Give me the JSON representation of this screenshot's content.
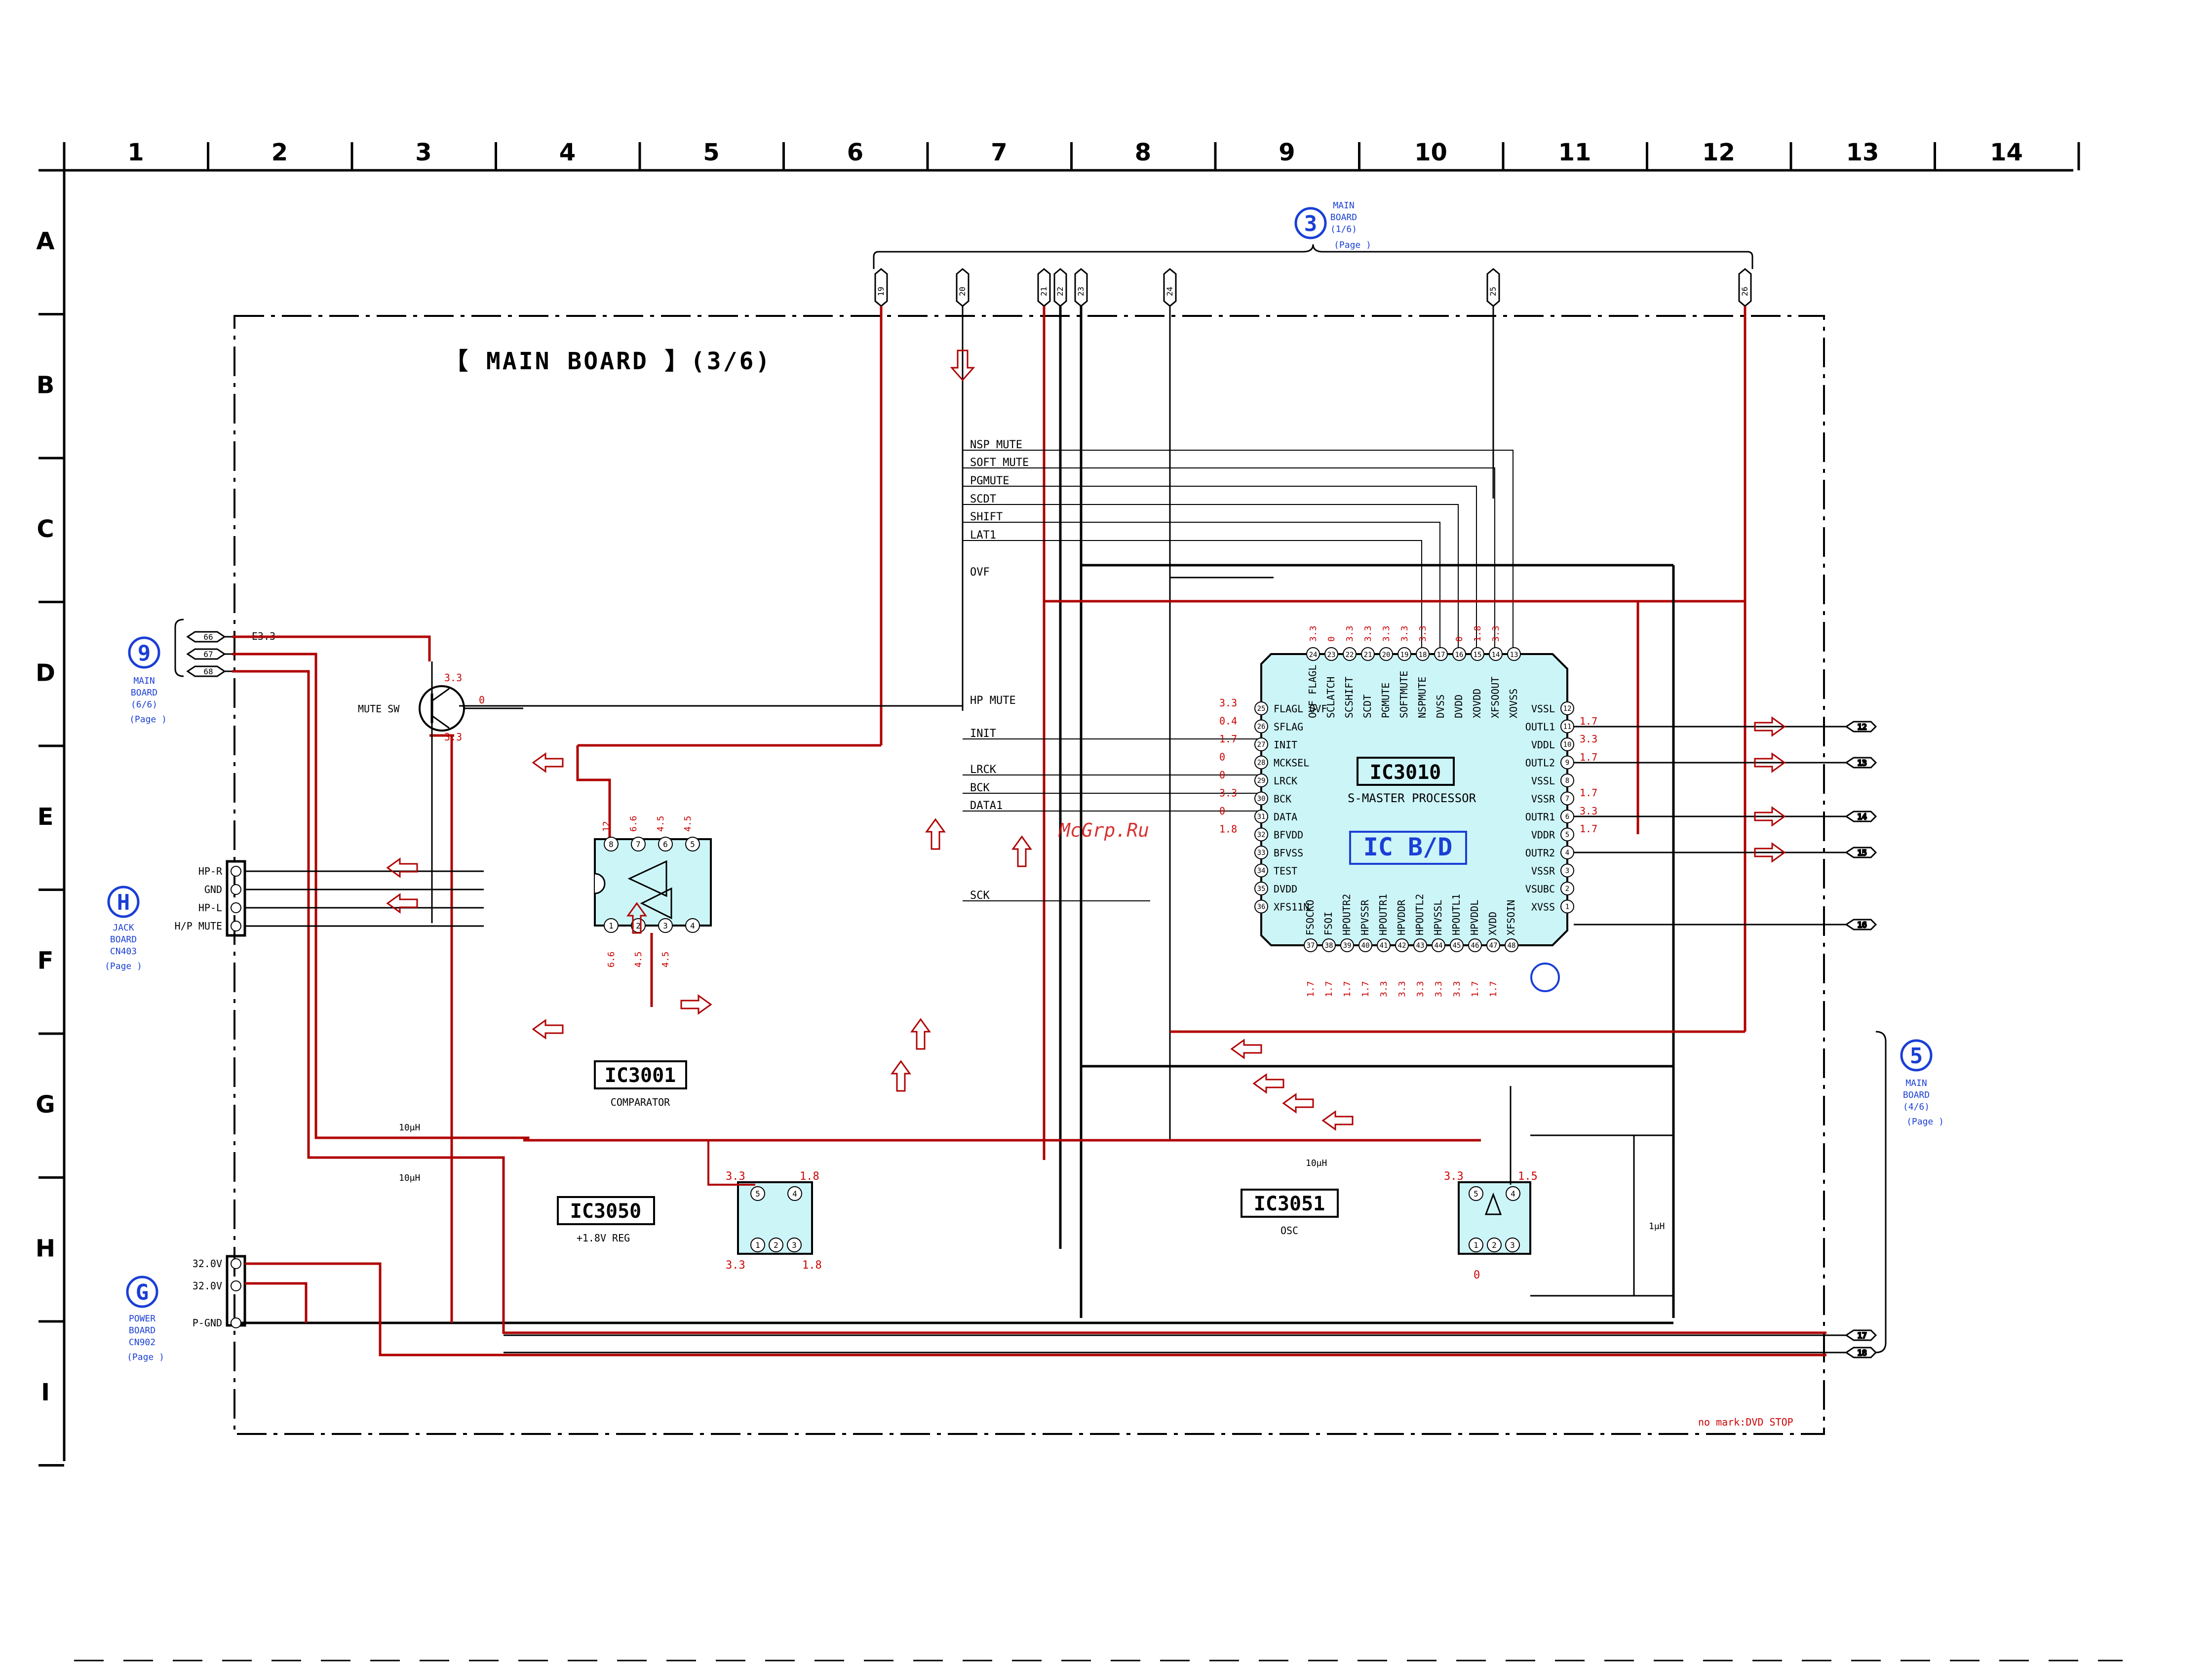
{
  "grid": {
    "cols": [
      "1",
      "2",
      "3",
      "4",
      "5",
      "6",
      "7",
      "8",
      "9",
      "10",
      "11",
      "12",
      "13",
      "14"
    ],
    "rows": [
      "A",
      "B",
      "C",
      "D",
      "E",
      "F",
      "G",
      "H",
      "I"
    ]
  },
  "board_title": "【 MAIN BOARD 】(3/6)",
  "watermark": "McGrp.Ru",
  "footer_note": "no mark:DVD STOP",
  "ic3010": {
    "name": "IC3010",
    "desc": "S-MASTER PROCESSOR",
    "sub": "IC B/D",
    "top_pins": [
      {
        "no": "24",
        "label": "OVF FLAGL"
      },
      {
        "no": "23",
        "label": "SCLATCH"
      },
      {
        "no": "22",
        "label": "SCSHIFT"
      },
      {
        "no": "21",
        "label": "SCDT"
      },
      {
        "no": "20",
        "label": "PGMUTE"
      },
      {
        "no": "19",
        "label": "SOFTMUTE"
      },
      {
        "no": "18",
        "label": "NSPMUTE"
      },
      {
        "no": "17",
        "label": "DVSS"
      },
      {
        "no": "16",
        "label": "DVDD"
      },
      {
        "no": "15",
        "label": "XOVDD"
      },
      {
        "no": "14",
        "label": "XFSOOUT"
      },
      {
        "no": "13",
        "label": "XOVSS"
      }
    ],
    "left_pins": [
      {
        "no": "25",
        "label": "FLAGL OVF"
      },
      {
        "no": "26",
        "label": "SFLAG"
      },
      {
        "no": "27",
        "label": "INIT"
      },
      {
        "no": "28",
        "label": "MCKSEL"
      },
      {
        "no": "29",
        "label": "LRCK"
      },
      {
        "no": "30",
        "label": "BCK"
      },
      {
        "no": "31",
        "label": "DATA"
      },
      {
        "no": "32",
        "label": "BFVDD"
      },
      {
        "no": "33",
        "label": "BFVSS"
      },
      {
        "no": "34",
        "label": "TEST"
      },
      {
        "no": "35",
        "label": "DVDD"
      },
      {
        "no": "36",
        "label": "XFS11N"
      }
    ],
    "bottom_pins": [
      {
        "no": "37",
        "label": "FSOCKO"
      },
      {
        "no": "38",
        "label": "FSOI"
      },
      {
        "no": "39",
        "label": "HPOUTR2"
      },
      {
        "no": "40",
        "label": "HPVSSR"
      },
      {
        "no": "41",
        "label": "HPOUTR1"
      },
      {
        "no": "42",
        "label": "HPVDDR"
      },
      {
        "no": "43",
        "label": "HPOUTL2"
      },
      {
        "no": "44",
        "label": "HPVSSL"
      },
      {
        "no": "45",
        "label": "HPOUTL1"
      },
      {
        "no": "46",
        "label": "HPVDDL"
      },
      {
        "no": "47",
        "label": "XVDD"
      },
      {
        "no": "48",
        "label": "XFSOIN"
      }
    ],
    "right_pins": [
      {
        "no": "12",
        "label": "VSSL"
      },
      {
        "no": "11",
        "label": "OUTL1"
      },
      {
        "no": "10",
        "label": "VDDL"
      },
      {
        "no": "9",
        "label": "OUTL2"
      },
      {
        "no": "8",
        "label": "VSSL"
      },
      {
        "no": "7",
        "label": "VSSR"
      },
      {
        "no": "6",
        "label": "OUTR1"
      },
      {
        "no": "5",
        "label": "VDDR"
      },
      {
        "no": "4",
        "label": "OUTR2"
      },
      {
        "no": "3",
        "label": "VSSR"
      },
      {
        "no": "2",
        "label": "VSUBC"
      },
      {
        "no": "1",
        "label": "XVSS"
      }
    ],
    "top_volts": [
      "3.3",
      "0",
      "3.3",
      "3.3",
      "3.3",
      "3.3",
      "3.3",
      "0",
      "1.8",
      "3.3"
    ],
    "left_volts": [
      "3.3",
      "0.4",
      "1.7",
      "0",
      "0",
      "3.3",
      "0",
      "1.8"
    ],
    "right_volts": [
      "1.7",
      "3.3",
      "1.7",
      "1.7",
      "3.3",
      "1.7"
    ],
    "bottom_volts": [
      "1.7",
      "1.7",
      "1.7",
      "1.7",
      "3.3",
      "3.3",
      "3.3",
      "3.3",
      "3.3",
      "1.7",
      "1.7"
    ]
  },
  "ic3001": {
    "name": "IC3001",
    "desc": "COMPARATOR",
    "pins_top": [
      "8",
      "7",
      "6",
      "5"
    ],
    "pins_bottom": [
      "1",
      "2",
      "3",
      "4"
    ],
    "volts_top": [
      "12",
      "6.6",
      "4.5",
      "4.5"
    ],
    "volts_bottom": [
      "6.6",
      "4.5",
      "4.5"
    ]
  },
  "ic3050": {
    "name": "IC3050",
    "desc": "+1.8V REG",
    "pins_top": [
      "5",
      "4"
    ],
    "pins_bottom": [
      "1",
      "2",
      "3"
    ],
    "volts": [
      "3.3",
      "1.8",
      "3.3",
      "1.8"
    ]
  },
  "ic3051": {
    "name": "IC3051",
    "desc": "OSC",
    "pins_top": [
      "5",
      "4"
    ],
    "pins_bottom": [
      "1",
      "2",
      "3"
    ],
    "volts": [
      "3.3",
      "1.5",
      "0"
    ]
  },
  "bus_labels": [
    "NSP MUTE",
    "SOFT MUTE",
    "PGMUTE",
    "SCDT",
    "SHIFT",
    "LAT1",
    "OVF",
    "HP MUTE",
    "INIT",
    "LRCK",
    "BCK",
    "DATA1",
    "SCK"
  ],
  "top_conn": {
    "num": "3",
    "line1": "MAIN",
    "line2": "BOARD",
    "line3": "(1/6)",
    "page": "(Page    )",
    "pins": [
      "19",
      "20",
      "21",
      "22",
      "23",
      "24",
      "25",
      "26"
    ]
  },
  "right_conn": {
    "num": "5",
    "line1": "MAIN",
    "line2": "BOARD",
    "line3": "(4/6)",
    "page": "(Page    )",
    "pins": [
      "12",
      "13",
      "14",
      "15",
      "16",
      "17",
      "18"
    ]
  },
  "conn9": {
    "num": "9",
    "line1": "MAIN",
    "line2": "BOARD",
    "line3": "(6/6)",
    "page": "(Page    )",
    "pins": [
      "66",
      "67",
      "68"
    ],
    "e33": "E3.3"
  },
  "connH": {
    "num": "H",
    "line1": "JACK",
    "line2": "BOARD",
    "line3": "CN403",
    "page": "(Page    )",
    "labels": [
      "HP-R",
      "GND",
      "HP-L",
      "H/P MUTE"
    ]
  },
  "connG": {
    "num": "G",
    "line1": "POWER",
    "line2": "BOARD",
    "line3": "CN902",
    "page": "(Page    )",
    "labels": [
      "32.0V",
      "32.0V",
      "P-GND"
    ]
  },
  "mute": {
    "label": "MUTE SW",
    "v1": "3.3",
    "v2": "0",
    "v3": "3.3"
  },
  "inductors": {
    "l1": "10μH",
    "l2": "10μH",
    "l3": "10μH",
    "l4": "1μH"
  },
  "colors": {
    "red": "#c00000",
    "black": "#000000",
    "blue": "#1a3fd6",
    "ic_fill": "#ccf5f8"
  }
}
